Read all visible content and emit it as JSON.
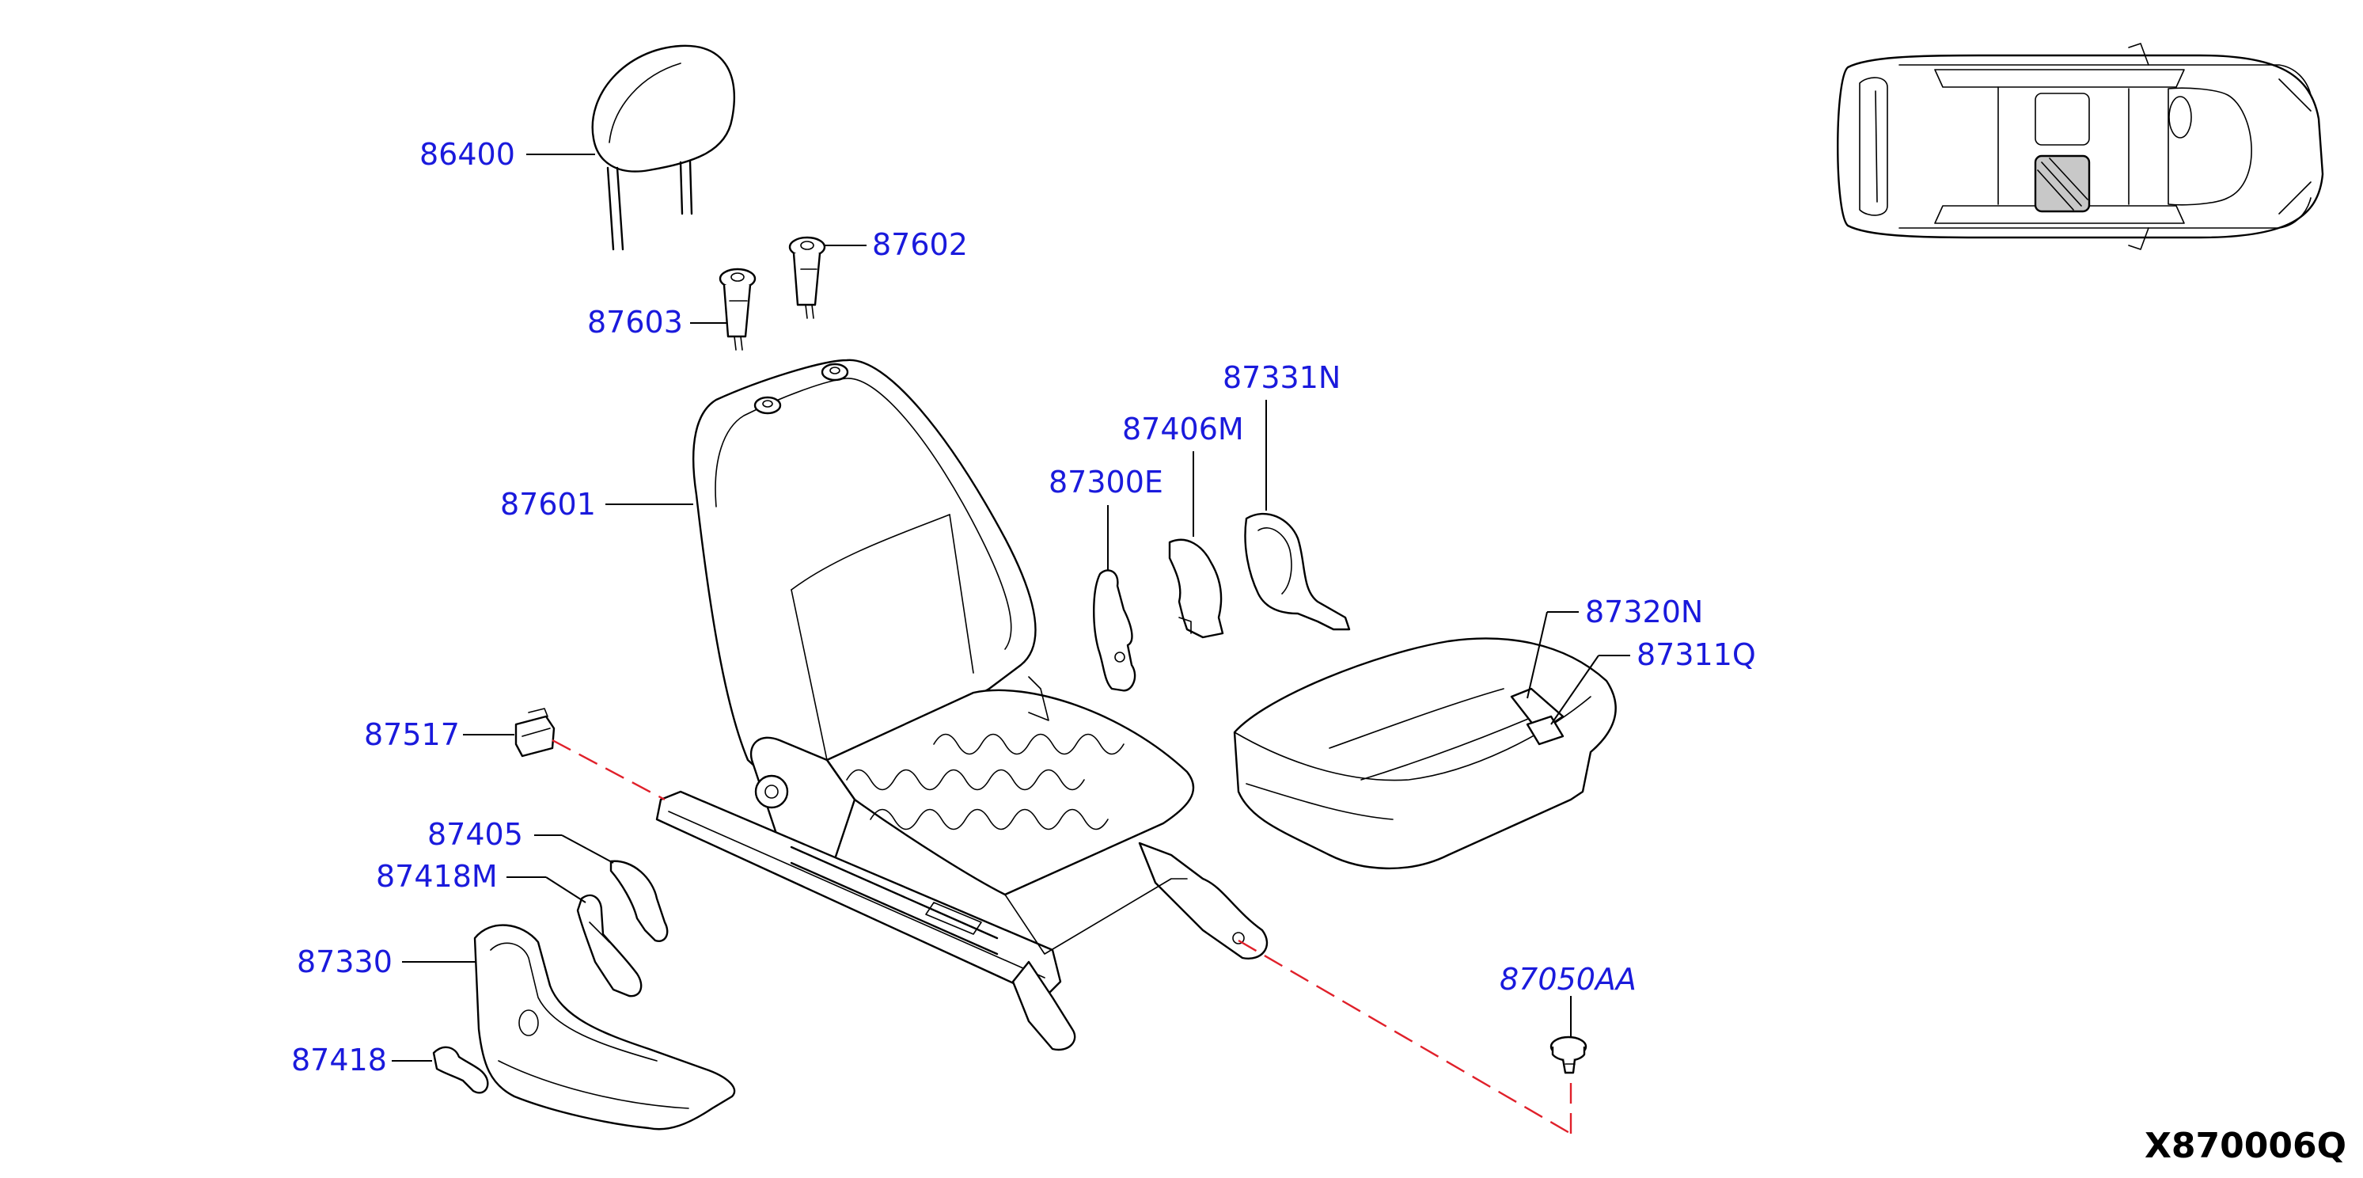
{
  "diagram": {
    "code": "X870006Q",
    "part_labels": {
      "headrest": "86400",
      "guide_a": "87602",
      "guide_b": "87603",
      "back_frame": "87601",
      "bracket_cover_e": "87300E",
      "bracket_m": "87406M",
      "finisher_n": "87331N",
      "cushion_pad": "87320N",
      "cushion_trim": "87311Q",
      "clip": "87517",
      "knob_cover": "87405",
      "knob_m": "87418M",
      "side_finisher": "87330",
      "knob": "87418",
      "bolt": "87050AA"
    }
  },
  "colors": {
    "label": "#1a1adc",
    "leader": "#000000",
    "dashed_guide": "#e0202a",
    "highlight_fill": "#c8c8c8"
  }
}
